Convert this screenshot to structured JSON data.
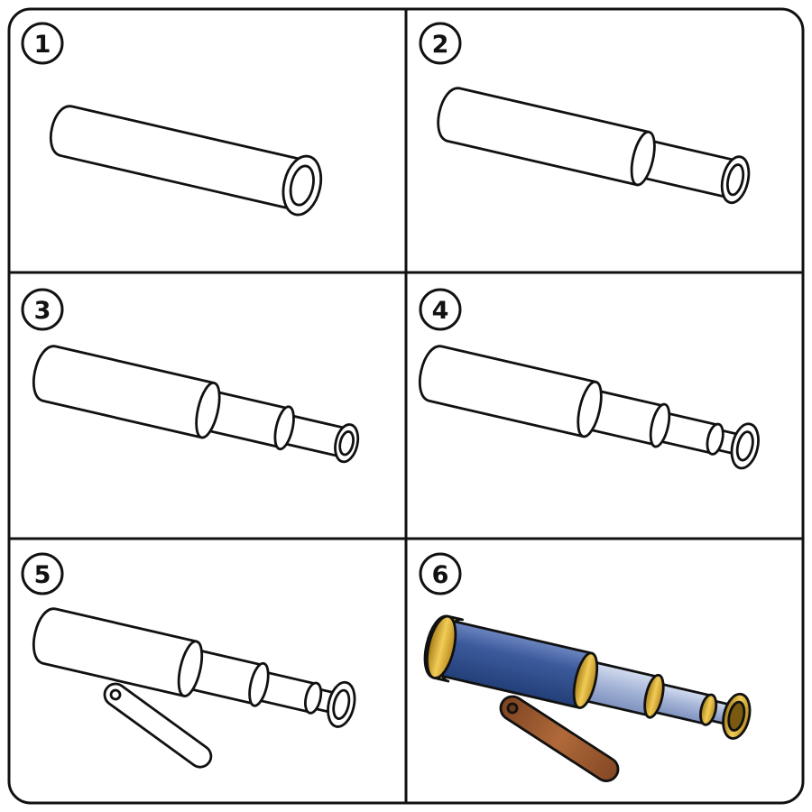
{
  "steps": [
    {
      "number": "1"
    },
    {
      "number": "2"
    },
    {
      "number": "3"
    },
    {
      "number": "4"
    },
    {
      "number": "5"
    },
    {
      "number": "6"
    }
  ],
  "colors": {
    "outline": "#111111",
    "background": "#ffffff",
    "tube_blue": "#2f4f8f",
    "tube_light_blue": "#9fb0d4",
    "brass": "#d4a62a",
    "handle_brown": "#9b5a2e"
  }
}
